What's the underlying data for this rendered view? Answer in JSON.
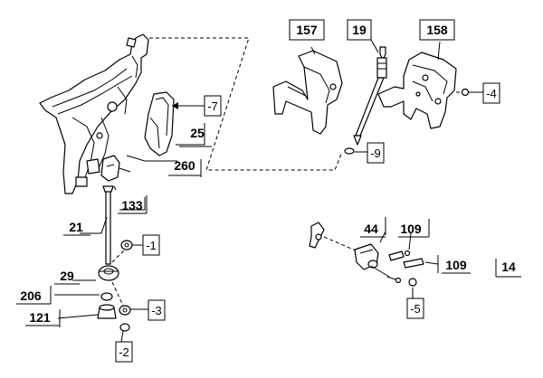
{
  "callouts": {
    "c157": "157",
    "c19": "19",
    "c158": "158",
    "c7": "-7",
    "c25": "25",
    "c4": "-4",
    "c9": "-9",
    "c260": "260",
    "c133": "133",
    "c21": "21",
    "c1": "-1",
    "c29": "29",
    "c206": "206",
    "c121": "121",
    "c3": "-3",
    "c2": "-2",
    "c44": "44",
    "c109a": "109",
    "c109b": "109",
    "c14": "14",
    "c5": "-5"
  },
  "colors": {
    "line": "#000000",
    "background": "#ffffff"
  }
}
